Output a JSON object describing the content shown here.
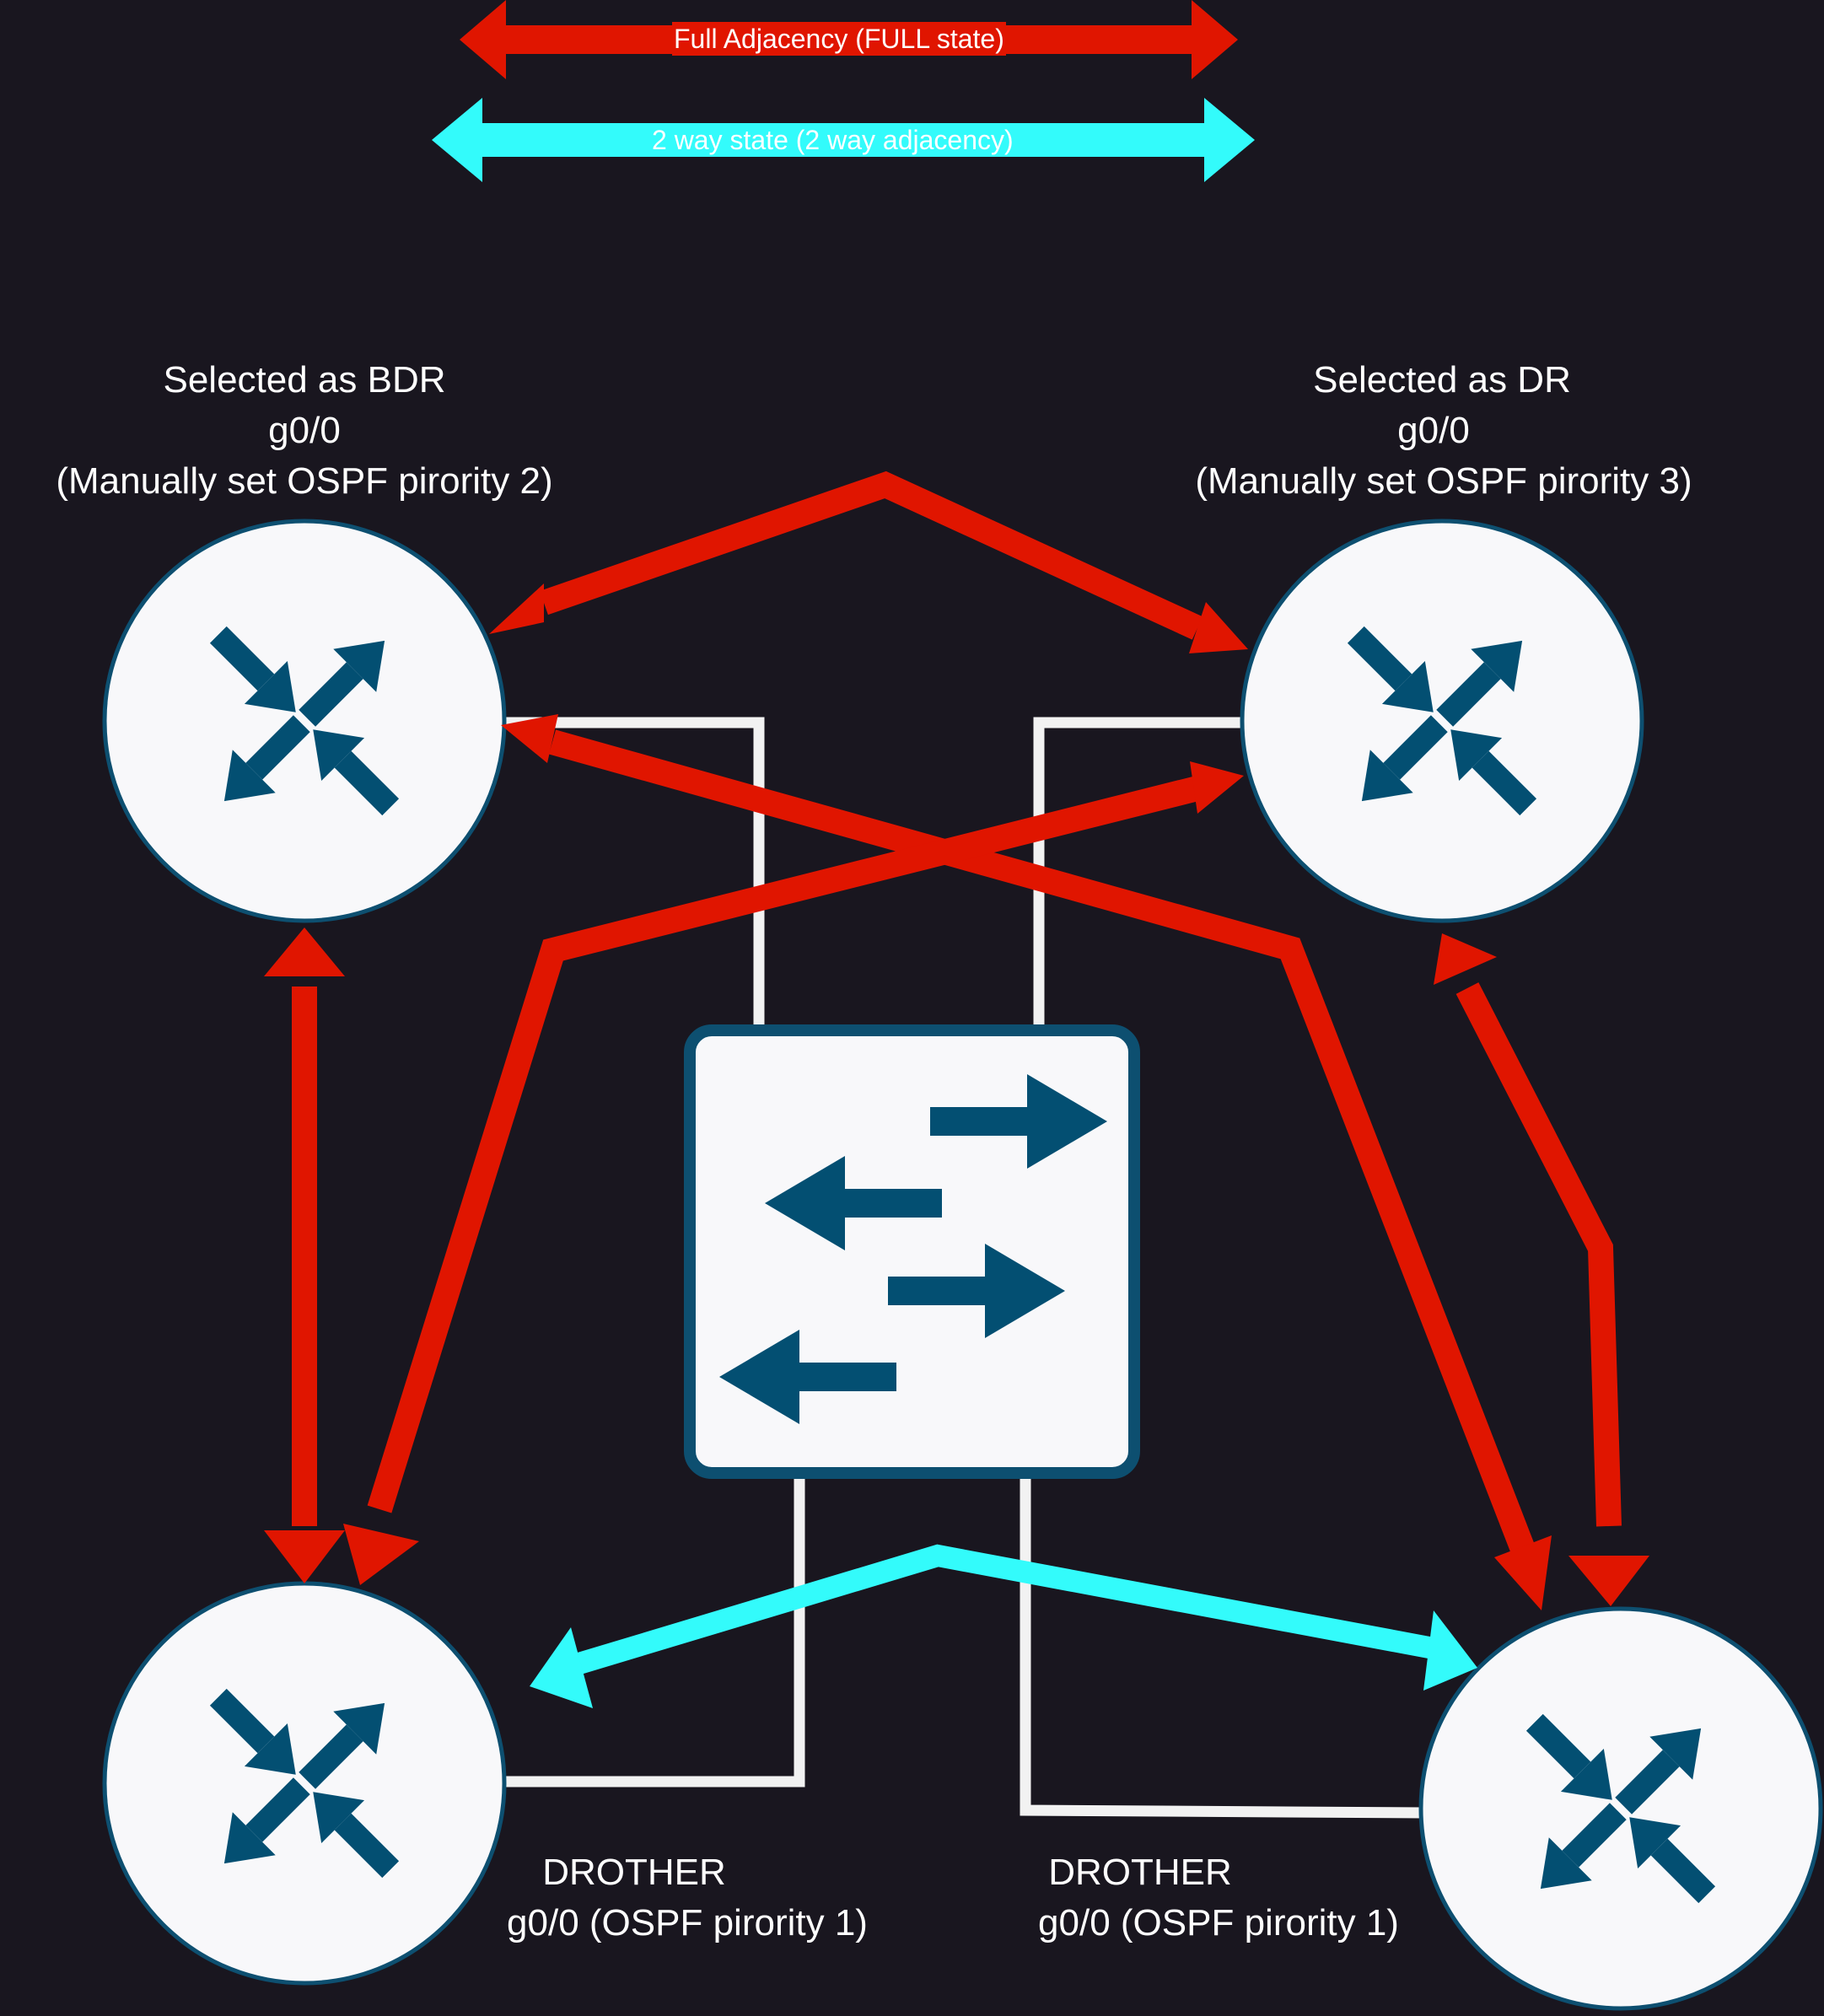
{
  "legend": {
    "full": "Full Adjacency (FULL state)",
    "twoway": "2 way state (2 way adjacency)"
  },
  "routers": {
    "bdr": {
      "line1": "Selected as BDR",
      "line2": "g0/0",
      "line3": "(Manually set OSPF pirority 2)"
    },
    "dr": {
      "line1": "Selected as DR",
      "line2": "g0/0",
      "line3": "(Manually set OSPF pirority 3)"
    },
    "drother_left": {
      "line1": "DROTHER",
      "line2": "g0/0 (OSPF pirority 1)"
    },
    "drother_right": {
      "line1": "DROTHER",
      "line2": "g0/0 (OSPF pirority 1)"
    }
  },
  "colors": {
    "background": "#19161f",
    "full_adjacency": "#e01500",
    "two_way": "#33fbfb",
    "device_fill": "#f8f8fa",
    "device_stroke": "#0d4f70",
    "icon": "#034f72",
    "link": "#f2f2f2"
  },
  "icons": {
    "router": "router-icon",
    "switch": "switch-icon"
  }
}
